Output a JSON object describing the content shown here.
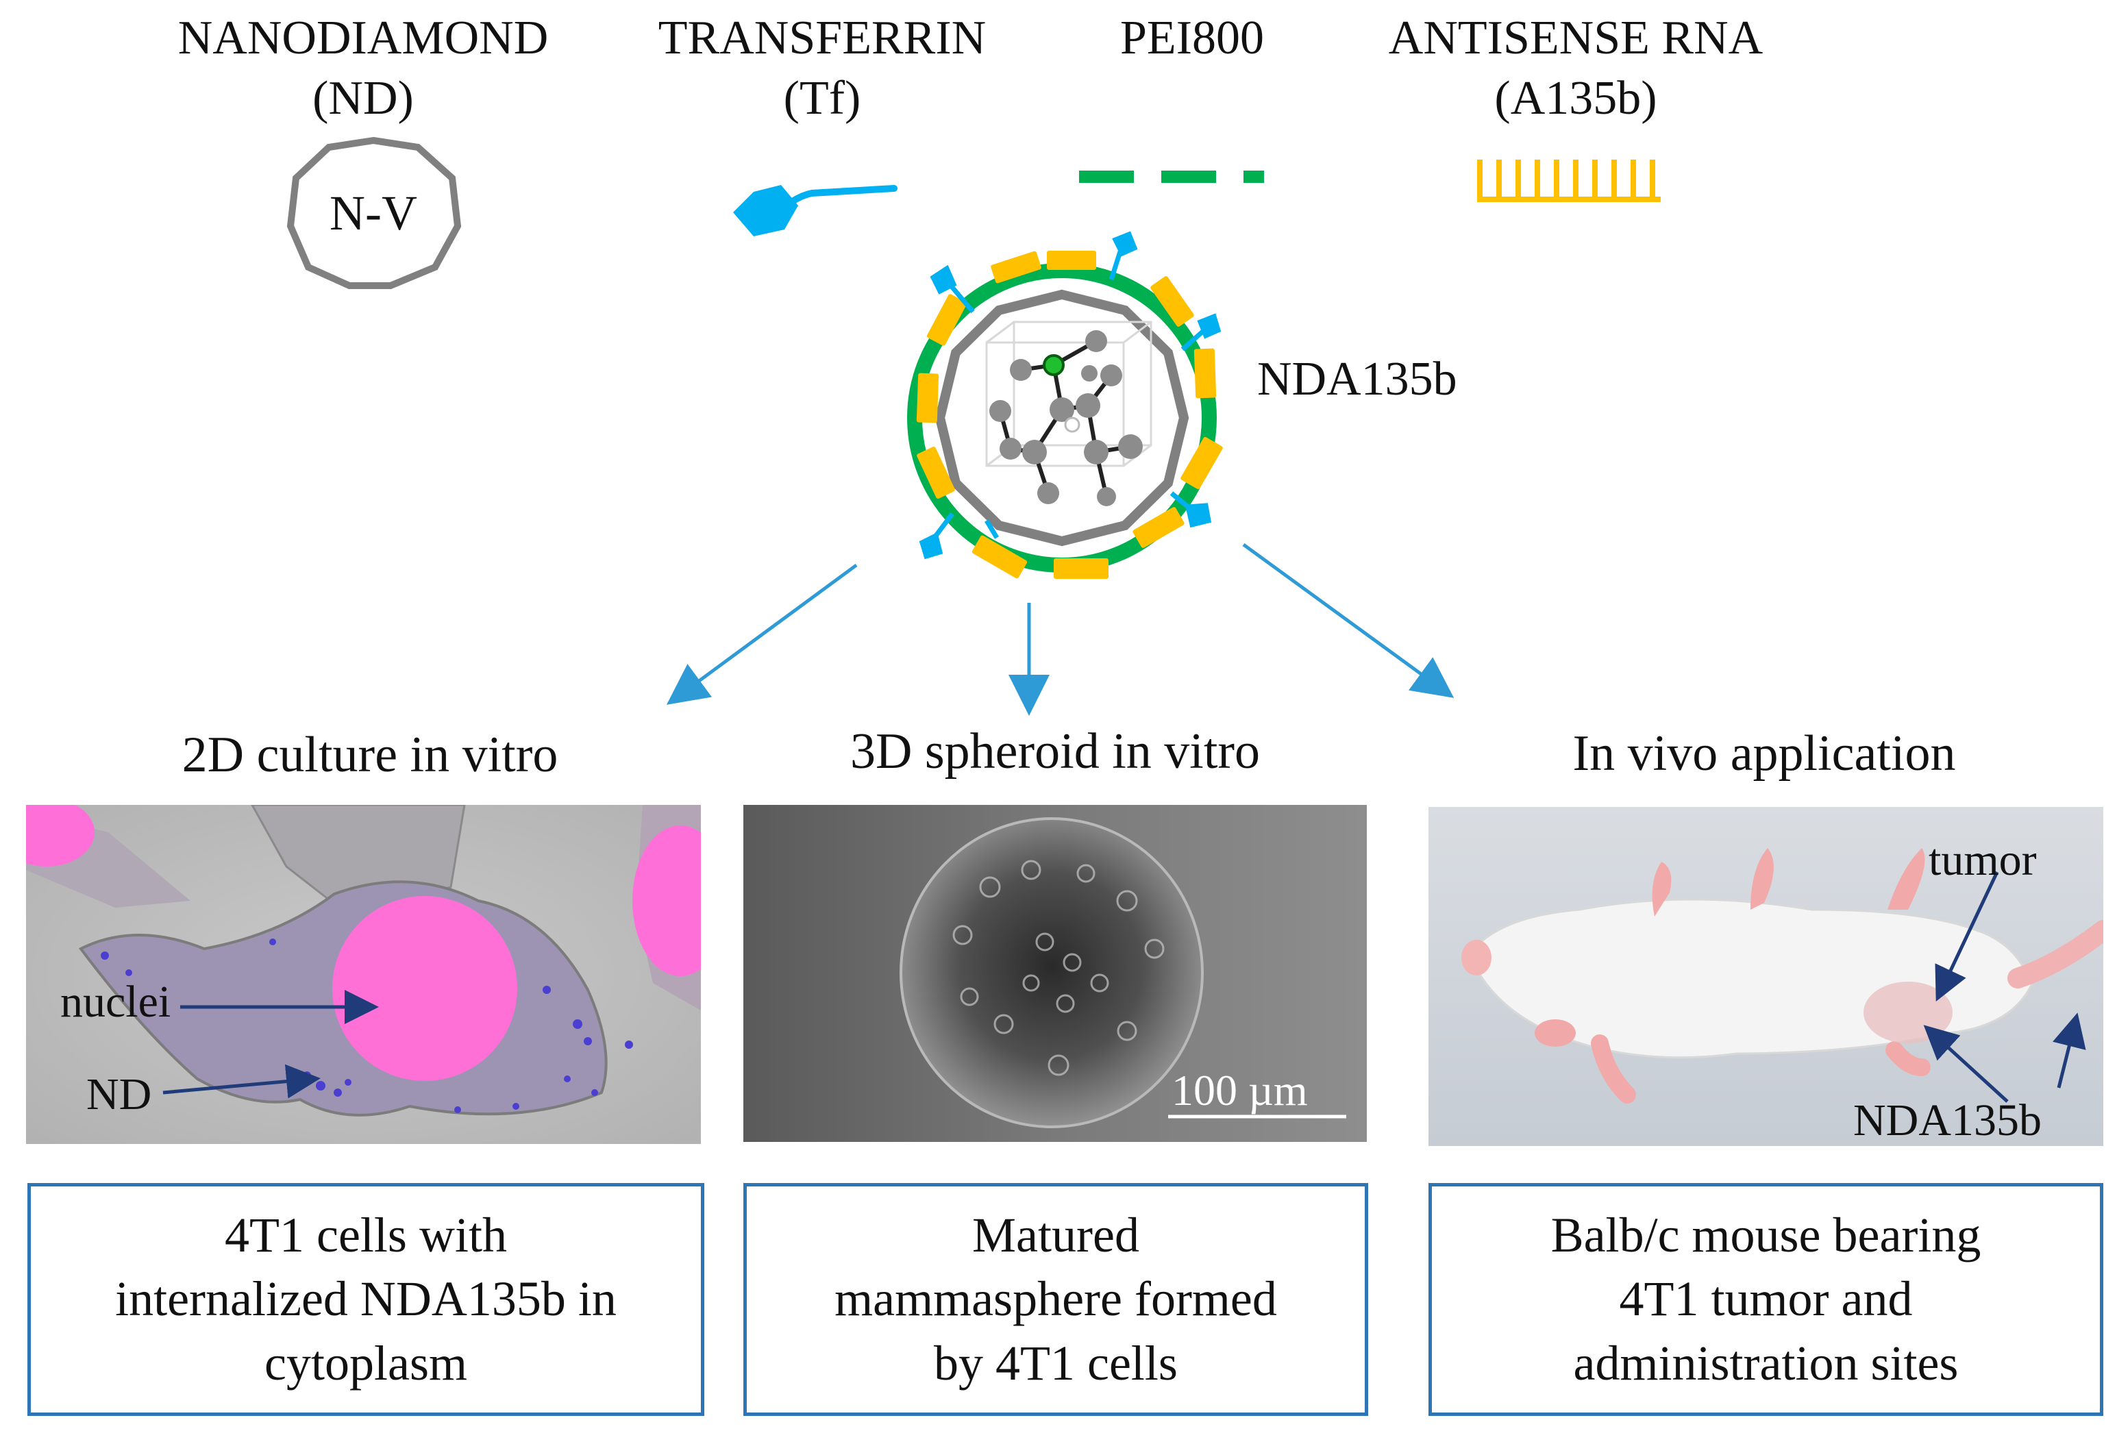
{
  "components": [
    {
      "line1": "NANODIAMOND",
      "line2": "(ND)",
      "glyph_text": "N-V",
      "color": "#808080"
    },
    {
      "line1": "TRANSFERRIN",
      "line2": "(Tf)",
      "color": "#00b0f0"
    },
    {
      "line1": "PEI800",
      "line2": "",
      "color": "#00b050"
    },
    {
      "line1": "ANTISENSE RNA",
      "line2": "(A135b)",
      "color": "#ffc000"
    }
  ],
  "complex_label": "NDA135b",
  "arrow_color": "#2e9bd6",
  "panels": [
    {
      "title": "2D culture in vitro",
      "labels": {
        "nuclei": "nuclei",
        "nd": "ND"
      },
      "caption": [
        "4T1 cells with",
        "internalized NDA135b in",
        "cytoplasm"
      ]
    },
    {
      "title": "3D spheroid in vitro",
      "scale_bar": "100 µm",
      "caption": [
        "Matured",
        "mammasphere formed",
        "by 4T1 cells"
      ]
    },
    {
      "title": "In vivo application",
      "labels": {
        "tumor": "tumor",
        "site": "NDA135b"
      },
      "caption": [
        "Balb/c mouse bearing",
        "4T1 tumor and",
        "administration sites"
      ]
    }
  ],
  "colors": {
    "box_border": "#2e75b6",
    "label_arrow": "#1f3b7a",
    "nuclei": "#ff5fd0",
    "nd_dots": "#4a3fd0"
  }
}
